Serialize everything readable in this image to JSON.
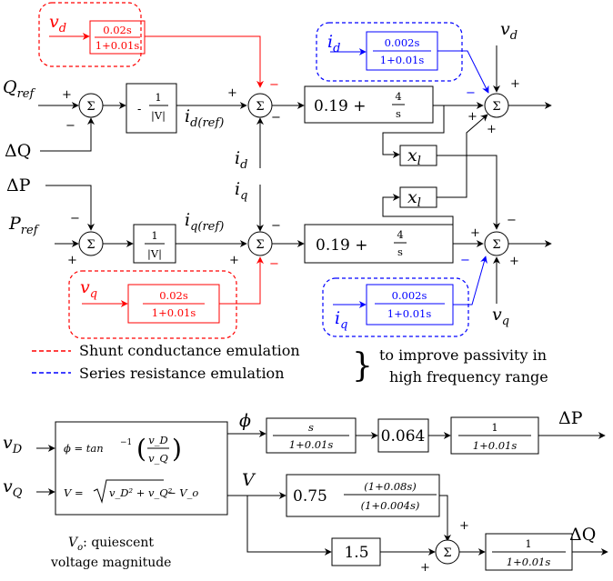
{
  "colors": {
    "shunt": "#ff0000",
    "series": "#0000ff",
    "line": "#000000"
  },
  "signals": {
    "vd": "v",
    "vd_sub": "d",
    "vq": "v",
    "vq_sub": "q",
    "Qref": "Q",
    "Qref_sub": "ref",
    "dQ": "ΔQ",
    "dP": "ΔP",
    "Pref": "P",
    "Pref_sub": "ref",
    "id": "i",
    "id_sub": "d",
    "iq": "i",
    "iq_sub": "q",
    "idref": "i",
    "idref_sub": "d(ref)",
    "iqref": "i",
    "iqref_sub": "q(ref)",
    "vD": "v",
    "vD_sub": "D",
    "vQ": "v",
    "vQ_sub": "Q",
    "phi": "ϕ",
    "V": "V",
    "dP_out": "ΔP",
    "dQ_out": "ΔQ"
  },
  "blocks": {
    "shunt_tf": {
      "num": "0.02s",
      "den": "1+0.01s"
    },
    "series_tf": {
      "num": "0.002s",
      "den": "1+0.01s"
    },
    "inv_V_neg": {
      "prefix": "-",
      "num": "1",
      "den": "|V|"
    },
    "inv_V": {
      "num": "1",
      "den": "|V|"
    },
    "pi": {
      "text": "0.19 +",
      "num": "4",
      "den": "s"
    },
    "xl": {
      "text": "x",
      "sub": "l"
    },
    "sigma": "Σ",
    "deriv_tf": {
      "num": "s",
      "den": "1+0.01s"
    },
    "gain_p": "0.064",
    "lp_tf": {
      "num": "1",
      "den": "1+0.01s"
    },
    "lead": {
      "gain": "0.75",
      "num": "(1+0.08s)",
      "den": "(1+0.004s)"
    },
    "gain_q": "1.5",
    "calc": {
      "phi_eq": "ϕ = tan⁻¹ ( v_D / v_Q )",
      "phi_lhs": "ϕ = tan",
      "phi_sup": "−1",
      "phi_num": "v_D",
      "phi_den": "v_Q",
      "V_lhs": "V =",
      "V_rad": "v_D² + v_Q²",
      "V_tail": "− V_o"
    }
  },
  "signs": {
    "plus": "+",
    "minus": "−"
  },
  "legend": {
    "shunt": "Shunt conductance emulation",
    "series": "Series resistance emulation",
    "note_line1": "to improve passivity in",
    "note_line2": "high frequency range",
    "brace": "}"
  },
  "note": {
    "line1_var": "V",
    "line1_sub": "o",
    "line1_rest": ": quiescent",
    "line2": "voltage magnitude"
  }
}
